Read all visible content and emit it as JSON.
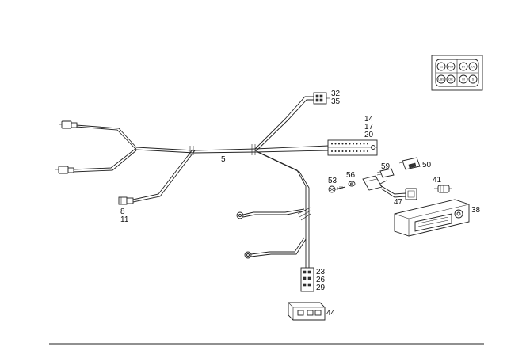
{
  "diagram": {
    "callouts": {
      "c5": "5",
      "c8": "8",
      "c11": "11",
      "c14": "14",
      "c17": "17",
      "c20": "20",
      "c23": "23",
      "c26": "26",
      "c29": "29",
      "c32": "32",
      "c35": "35",
      "c38": "38",
      "c41": "41",
      "c44": "44",
      "c47": "47",
      "c50": "50",
      "c53": "53",
      "c56": "56",
      "c59": "59"
    },
    "inset_buttons": [
      "oo",
      "Rnf",
      "Dr",
      "A/C",
      "LBS",
      "OK",
      "M",
      "S"
    ]
  }
}
